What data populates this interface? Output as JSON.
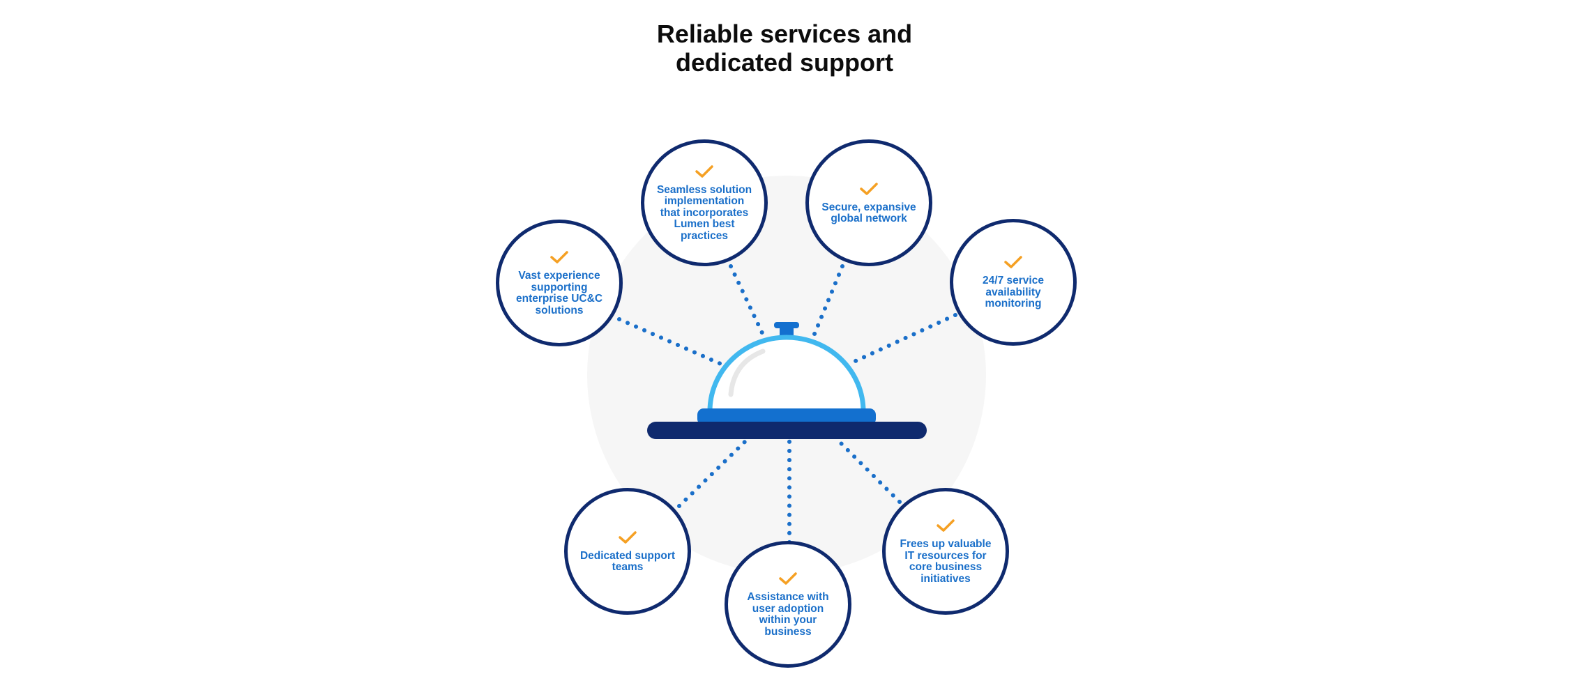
{
  "title": {
    "line1": "Reliable services and",
    "line2": "dedicated support"
  },
  "icons": {
    "center": "service-bell-icon",
    "node": "checkmark-icon"
  },
  "colors": {
    "ring": "#0f2a6e",
    "text": "#1a6fc9",
    "check": "#f5a023",
    "connector": "#1a6fc9",
    "bell_dome_outline": "#41b8ef",
    "bell_base": "#1370cf",
    "bell_tray": "#0f2a6e",
    "backdrop": "#f6f6f6"
  },
  "items": [
    {
      "id": "uc-experience",
      "label": "Vast experience supporting enterprise UC&C solutions"
    },
    {
      "id": "implementation",
      "label": "Seamless solution implementation that incorporates Lumen best practices"
    },
    {
      "id": "network",
      "label": "Secure, expansive global network"
    },
    {
      "id": "monitoring",
      "label": "24/7 service availability monitoring"
    },
    {
      "id": "support-teams",
      "label": "Dedicated support teams"
    },
    {
      "id": "adoption",
      "label": "Assistance with user adoption within your business"
    },
    {
      "id": "it-resources",
      "label": "Frees up valuable IT resources for core business initiatives"
    }
  ]
}
